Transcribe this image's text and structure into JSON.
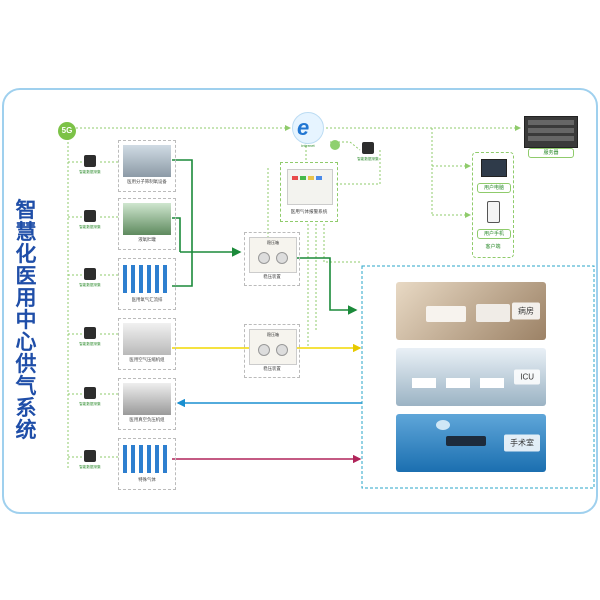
{
  "title": "智慧化医用中心供气系统",
  "network": {
    "5g_label": "5G",
    "cloud_label": "internet",
    "server_label": "服务器",
    "internet_brand": "internet"
  },
  "terminals": {
    "pc_label": "用户电脑",
    "phone_label": "用户手机",
    "group_label": "客户端"
  },
  "alarm": {
    "label": "医用气体报警系统"
  },
  "devices": [
    {
      "label": "医用分子筛制氧设备"
    },
    {
      "label": "液氧贮罐"
    },
    {
      "label": "医用氧气汇流排"
    },
    {
      "label": "医用空气压缩机组"
    },
    {
      "label": "医用真空负压机组"
    },
    {
      "label": "特殊气体"
    }
  ],
  "sensor_label": "智能数据采集",
  "panels": [
    {
      "title": "稳压箱",
      "label": "稳压装置"
    },
    {
      "title": "稳压箱",
      "label": "稳压装置"
    }
  ],
  "rooms": [
    {
      "name": "病房"
    },
    {
      "name": "ICU"
    },
    {
      "name": "手术室"
    }
  ],
  "colors": {
    "oxygen": "#1b8a3a",
    "air": "#f2d900",
    "vacuum": "#1a8fd0",
    "special": "#b0245a",
    "data": "#8fcb6b",
    "title": "#1f4ea8"
  }
}
